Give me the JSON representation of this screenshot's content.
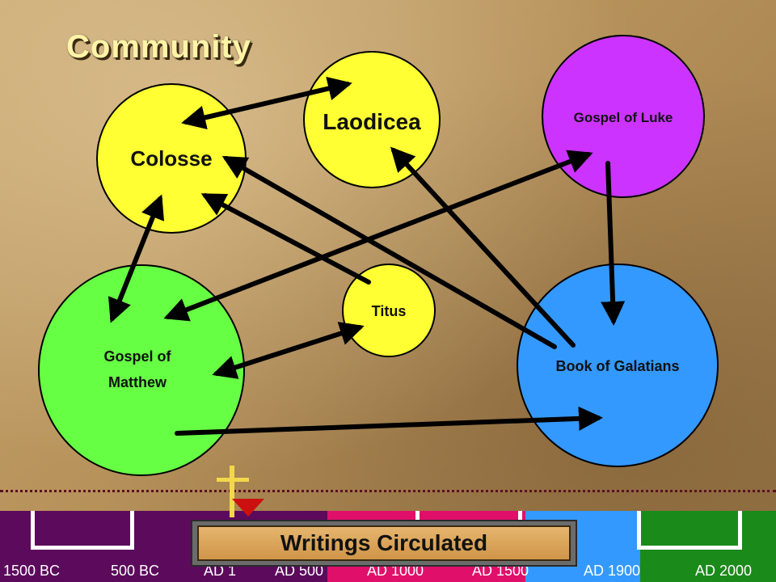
{
  "title": "Community",
  "nodes": {
    "colosse": "Colosse",
    "laodicea": "Laodicea",
    "luke": "Gospel of Luke",
    "matthew_line1": "Gospel of",
    "matthew_line2": "Matthew",
    "titus": "Titus",
    "galatians": "Book of Galatians"
  },
  "colors": {
    "yellow": "#ffff33",
    "purple": "#cc33ff",
    "green": "#66ff44",
    "blue": "#3399ff"
  },
  "timeline": {
    "labels": [
      "1500 BC",
      "500 BC",
      "AD 1",
      "AD 500",
      "AD 1000",
      "AD 1500",
      "AD 1900",
      "AD 2000"
    ],
    "banner": "Writings Circulated",
    "segment_colors": [
      "#5c0a5c",
      "#5c0a5c",
      "#5c0a5c",
      "#e0106a",
      "#e0106a",
      "#3399ff",
      "#1a8a1a"
    ]
  }
}
